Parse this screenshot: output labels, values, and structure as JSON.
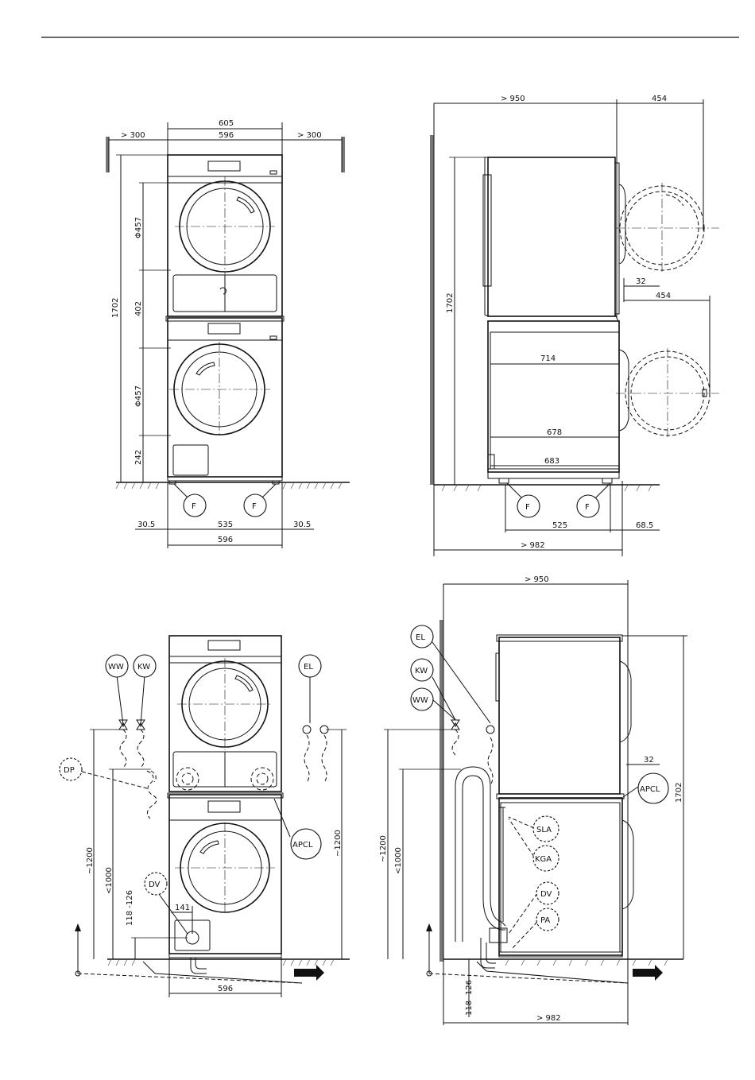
{
  "front_view_top": {
    "dims": {
      "width_total": "605",
      "width_body": "596",
      "clear_left": "> 300",
      "clear_right": "> 300",
      "height": "1702",
      "door_dia_upper": "Φ457",
      "gap_402": "402",
      "door_dia_lower": "Φ457",
      "base_242": "242",
      "foot_left_offset": "30.5",
      "foot_span": "535",
      "foot_right_offset": "30.5",
      "base_width": "596"
    },
    "labels": {
      "foot_left": "F",
      "foot_right": "F"
    }
  },
  "side_view_top": {
    "dims": {
      "depth_clear": "> 950",
      "door_swing_upper": "454",
      "door_swing_lower": "454",
      "front_gap": "32",
      "height": "1702",
      "depth_714": "714",
      "depth_678": "678",
      "depth_683": "683",
      "foot_span": "525",
      "foot_front": "68.5",
      "total_depth": "> 982"
    },
    "labels": {
      "foot_left": "F",
      "foot_right": "F"
    }
  },
  "front_view_bottom": {
    "labels": {
      "ww": "WW",
      "kw": "KW",
      "el": "EL",
      "dp": "DP",
      "apcl": "APCL",
      "dv": "DV"
    },
    "dims": {
      "h1200_left": "~1200",
      "h1000": "<1000",
      "h118": "118 -126",
      "h1200_right": "~1200",
      "w141": "141",
      "w596": "596"
    }
  },
  "side_view_bottom": {
    "labels": {
      "el": "EL",
      "kw": "KW",
      "ww": "WW",
      "apcl": "APCL",
      "sla": "SLA",
      "kga": "KGA",
      "dv": "DV",
      "pa": "PA"
    },
    "dims": {
      "depth_clear": "> 950",
      "front_gap": "32",
      "height": "1702",
      "h1200": "~1200",
      "h1000": "<1000",
      "h118": "118 -126",
      "total_depth": "> 982"
    }
  }
}
